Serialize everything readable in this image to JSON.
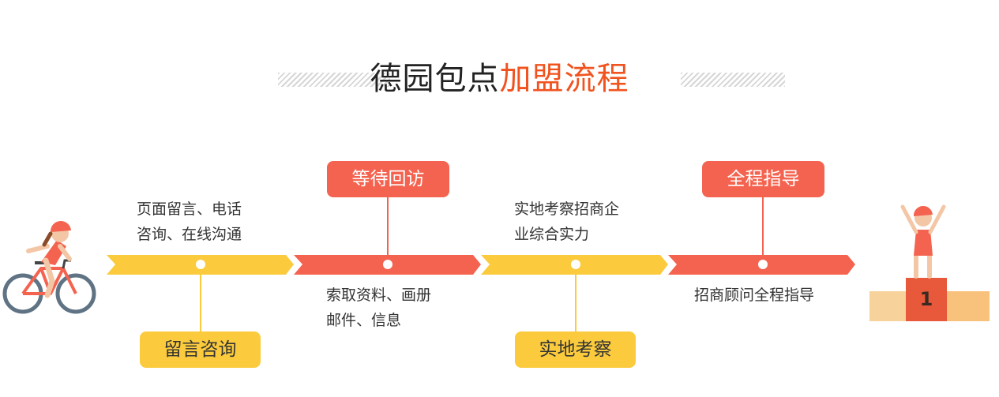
{
  "title": {
    "main": "德园包点",
    "highlight": "加盟流程"
  },
  "steps": [
    {
      "pill": "留言咨询",
      "desc": "页面留言、电话\n咨询、在线沟通"
    },
    {
      "pill": "等待回访",
      "desc": "索取资料、画册\n邮件、信息"
    },
    {
      "pill": "实地考察",
      "desc": "实地考察招商企\n业综合实力"
    },
    {
      "pill": "全程指导",
      "desc": "招商顾问全程指导"
    }
  ],
  "podium": {
    "rank": "1"
  },
  "icons": {
    "start": "cyclist-icon",
    "finish": "winner-podium-icon"
  },
  "colors": {
    "accent": "#f1531f",
    "red": "#f4634f",
    "yellow": "#fbcb3d"
  }
}
